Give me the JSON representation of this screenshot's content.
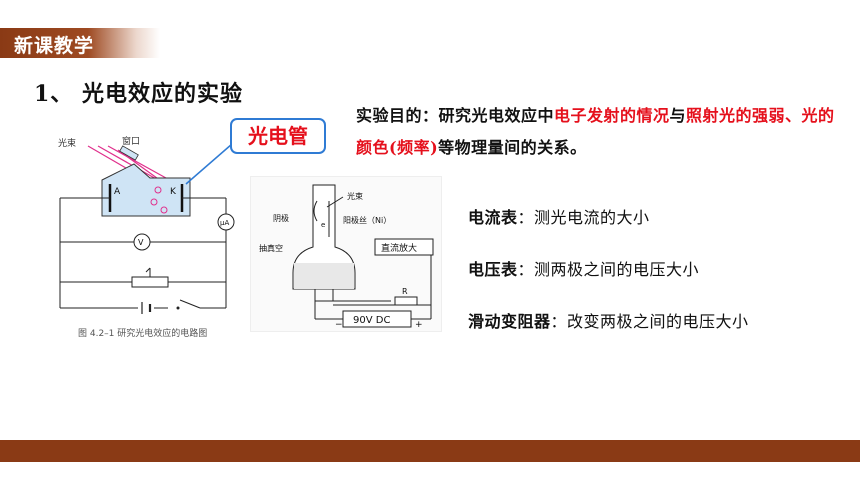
{
  "banner": {
    "title": "新课教学"
  },
  "section": {
    "title": "1、 光电效应的实验"
  },
  "purpose": {
    "prefix": "实验目的：研究光电效应中",
    "red1": "电子发射的情况",
    "mid": "与",
    "red2": "照射光的强弱、光的颜色(频率)",
    "suffix": "等物理量间的关系。"
  },
  "callout": {
    "label": "光电管"
  },
  "fig1": {
    "light_label": "光束",
    "window_label": "窗口",
    "anode_label": "A",
    "cathode_label": "K",
    "ammeter_label": "μA",
    "voltmeter_label": "V",
    "caption": "图 4.2–1   研究光电效应的电路图"
  },
  "fig2": {
    "light_label": "光束",
    "cathode_label": "阴极",
    "anode_label": "阳极丝（Ni）",
    "vacuum_label": "抽真空",
    "amp_label": "直流放大",
    "resistor_label": "R",
    "source_label": "90V DC",
    "minus_label": "−",
    "plus_label": "+",
    "electron_label": "e"
  },
  "definitions": [
    {
      "term": "电流表",
      "desc": "：测光电流的大小"
    },
    {
      "term": "电压表",
      "desc": "：测两极之间的电压大小"
    },
    {
      "term": "滑动变阻器",
      "desc": "：改变两极之间的电压大小"
    }
  ]
}
